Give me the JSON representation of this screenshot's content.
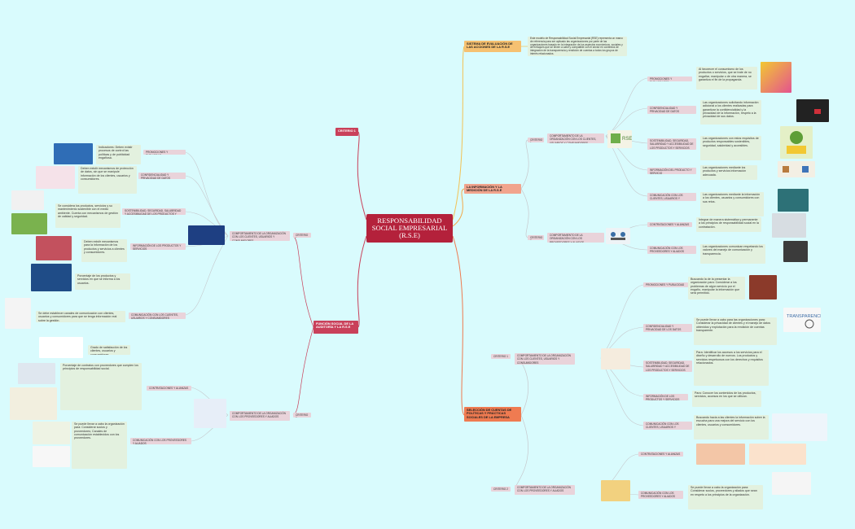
{
  "central": "RESPONSABILIDAD SOCIAL EMPRESARIAL (R.S.E)",
  "top_right": {
    "title": "SISTEMA DE EVALUACIÓN DE LAS ACCIONES DE LA R.S.E",
    "text": "Este modelo de Responsabilidad Social Empresarial (RSE) representa un marco de referencia para ser aplicado las organizaciones por parte de las organizaciones basado en la integración de los aspectos económicos, sociales y de enfoques que se lleven a cabo y compatible con el sector en contextos de integración de la transparencia y rendición de cuentas a todos los grupos de interés relacionados."
  },
  "info": {
    "title": "LA INFORMACIÓN Y LA MEDICIÓN DE LA R.S.E",
    "criterio1": "CRITERIO 1",
    "criterio2": "CRITERIO 2",
    "c1_title": "COMPORTAMIENTO DE LA ORGANIZACIÓN CON LOS CLIENTES, USUARIOS Y CONSUMIDORES",
    "c2_title": "COMPORTAMIENTO DE LA ORGANIZACIÓN CON LOS PROVEEDORES Y ALIADOS",
    "items": [
      {
        "label": "PROMOCIONES Y PUBLICIDADES",
        "text": "Al favorecer el consumismo de los productos o servicios, que se trate de no engañar, manipular o de otra manera, se garantiza el fin de la propaganda."
      },
      {
        "label": "CONFIDENCIALIDAD Y PRIVACIDAD DE DATOS",
        "text": "Las organizaciones solicitando información adicional a los clientes realizadas para garantizar la confidencialidad y la privacidad de la información, respeto a la privacidad de sus datos."
      },
      {
        "label": "SOSTENIBILIDAD, SEGURIDAD, SALUBRIDAD Y ACCESIBILIDAD DE LOS PRODUCTOS Y SERVICIOS",
        "text": "Las organizaciones con estos requisitos de productos responsables sostenibles, seguridad, salubridad y accesibles."
      },
      {
        "label": "INFORMACIÓN DEL PRODUCTO Y SERVICIO",
        "text": "Las organizaciones mediante los productos y servicios información adecuada."
      },
      {
        "label": "COMUNICACIÓN CON LOS CLIENTES, USUARIOS Y CONSUMIDORES",
        "text": "Las organizaciones mediante la información a los clientes, usuarios y consumidores con sus retos."
      },
      {
        "label": "CONTRATACIONES Y ALIANZAS",
        "text": "Integrar de manera sistemática y permanente a los principios de responsabilidad social en la contratación."
      },
      {
        "label": "COMUNICACIÓN CON LOS PROVEEDORES Y ALIADOS",
        "text": "Las organizaciones comunican respetando los valores del manejo de comunicación y transparencia."
      }
    ]
  },
  "bottom_right": {
    "title": "SELECCIÓN DE CUENTAS DE POLÍTICAS Y PRÁCTICAS SOCIALES DE LA EMPRESA",
    "criterio1": "CRITERIO 1",
    "criterio2": "CRITERIO 2",
    "c1_title": "COMPORTAMIENTO DE LA ORGANIZACIÓN CON LOS CLIENTES, USUARIOS Y CONSUMIDORES",
    "c2_title": "COMPORTAMIENTO DE LA ORGANIZACIÓN CON LOS PROVEEDORES Y ALIADOS",
    "items": [
      {
        "label": "PROMOCIONES Y PUBLICIDAD",
        "text": "Buscando la de la presentar la organización para: Considerar a los problemas de algún servicio por el engaño, manipular la información que será permitido."
      },
      {
        "label": "CONFIDENCIALIDAD Y PRIVACIDAD DE LOS DATOS",
        "text": "Se puede llevar a cabo para las organizaciones para: Considerar la privacidad de clientes y el manejo de datos obtenidos y explotación para la rendición de cuentas transparente."
      },
      {
        "label": "SOSTENIBILIDAD, SEGURIDAD, SALUBRIDAD Y ACCESIBILIDAD DE LOS PRODUCTOS Y SERVICIOS",
        "text": "Para: Identificar los accesos a los servicios para el diseño y desarrollo de nuevos. Los productos y servicios respetuosos con los derechos y requisitos relacionados."
      },
      {
        "label": "INFORMACIÓN DE LOS PRODUCTOS Y SERVICIOS",
        "text": "Para: Conocer los contenidos de los productos, servicios, accesos en los que se utilizan."
      },
      {
        "label": "COMUNICACIÓN CON LOS CLIENTES, USUARIOS Y CONSUMIDORES",
        "text": "Buscando hacia a las clientes la información sobre la escucha para una mejora del servicio con los clientes, usuarios y consumidores."
      },
      {
        "label": "CONTRATACIONES Y ALIANZAS",
        "text": ""
      },
      {
        "label": "COMUNICACIÓN CON LOS PROVEEDORES Y ALIADOS",
        "text": "Se puede llevar a cabo la organización para: Considerar socios, proveedores y aliados que sean en respeto a los principios de la organización."
      }
    ]
  },
  "left": {
    "criterio1_tag": "CRITERIO 1",
    "title": "FUNCIÓN SOCIAL DE LA AUDITORÍA Y LA R.S.E",
    "criterio1": "CRITERIO 1",
    "criterio2": "CRITERIO 2",
    "c1_title": "COMPORTAMIENTO DE LA ORGANIZACIÓN CON LOS CLIENTES, USUARIOS Y CONSUMIDORES",
    "c2_title": "COMPORTAMIENTO DE LA ORGANIZACIÓN CON LOS PROVEEDORES Y ALIADOS",
    "items": [
      {
        "label": "PROMOCIONES Y PUBLICIDAD",
        "text": "Indicadores: Deben existir procesos de control las políticas y de publicidad engañosa."
      },
      {
        "label": "CONFIDENCIALIDAD Y PRIVACIDAD DE DATOS",
        "text": "Deben existir mecanismos de protección de datos, sin que se manipule información de los clientes, usuarios y consumidores."
      },
      {
        "label": "SOSTENIBILIDAD, SEGURIDAD, SALUBRIDAD Y ACCESIBILIDAD DE LOS PRODUCTOS Y SERVICIOS",
        "text": "Se considera los productos, servicios y su mantenimiento sostenible con el medio ambiente. Cuenta con mecanismos de gestión de calidad y seguridad."
      },
      {
        "label": "INFORMACIÓN DE LOS PRODUCTOS Y SERVICIOS",
        "text": "Deben existir mecanismos para la información de los productos y servicios a clientes y consumidores."
      },
      {
        "label": "COMUNICACIÓN CON LOS CLIENTES, USUARIOS Y CONSUMIDORES",
        "text": "Se debe establecer canales de comunicación con clientes, usuarios y consumidores para que se tenga información real sobre la gestión."
      },
      {
        "label": "CONTRATACIONES Y ALIANZAS",
        "text": "Porcentaje de contratos con proveedores que cumplen los principios de responsabilidad social."
      },
      {
        "label": "COMUNICACIÓN CON LOS PROVEEDORES Y ALIADOS",
        "text": "Se puede llevar a cabo la organización para: Considerar socios y proveedores; Canales de comunicación establecidos con los proveedores."
      }
    ],
    "extra_text": "Grado de satisfacción de los clientes, usuarios y consumidores.",
    "extra_text2": "Porcentaje de los productos y servicios en que se informa a los usuarios."
  }
}
